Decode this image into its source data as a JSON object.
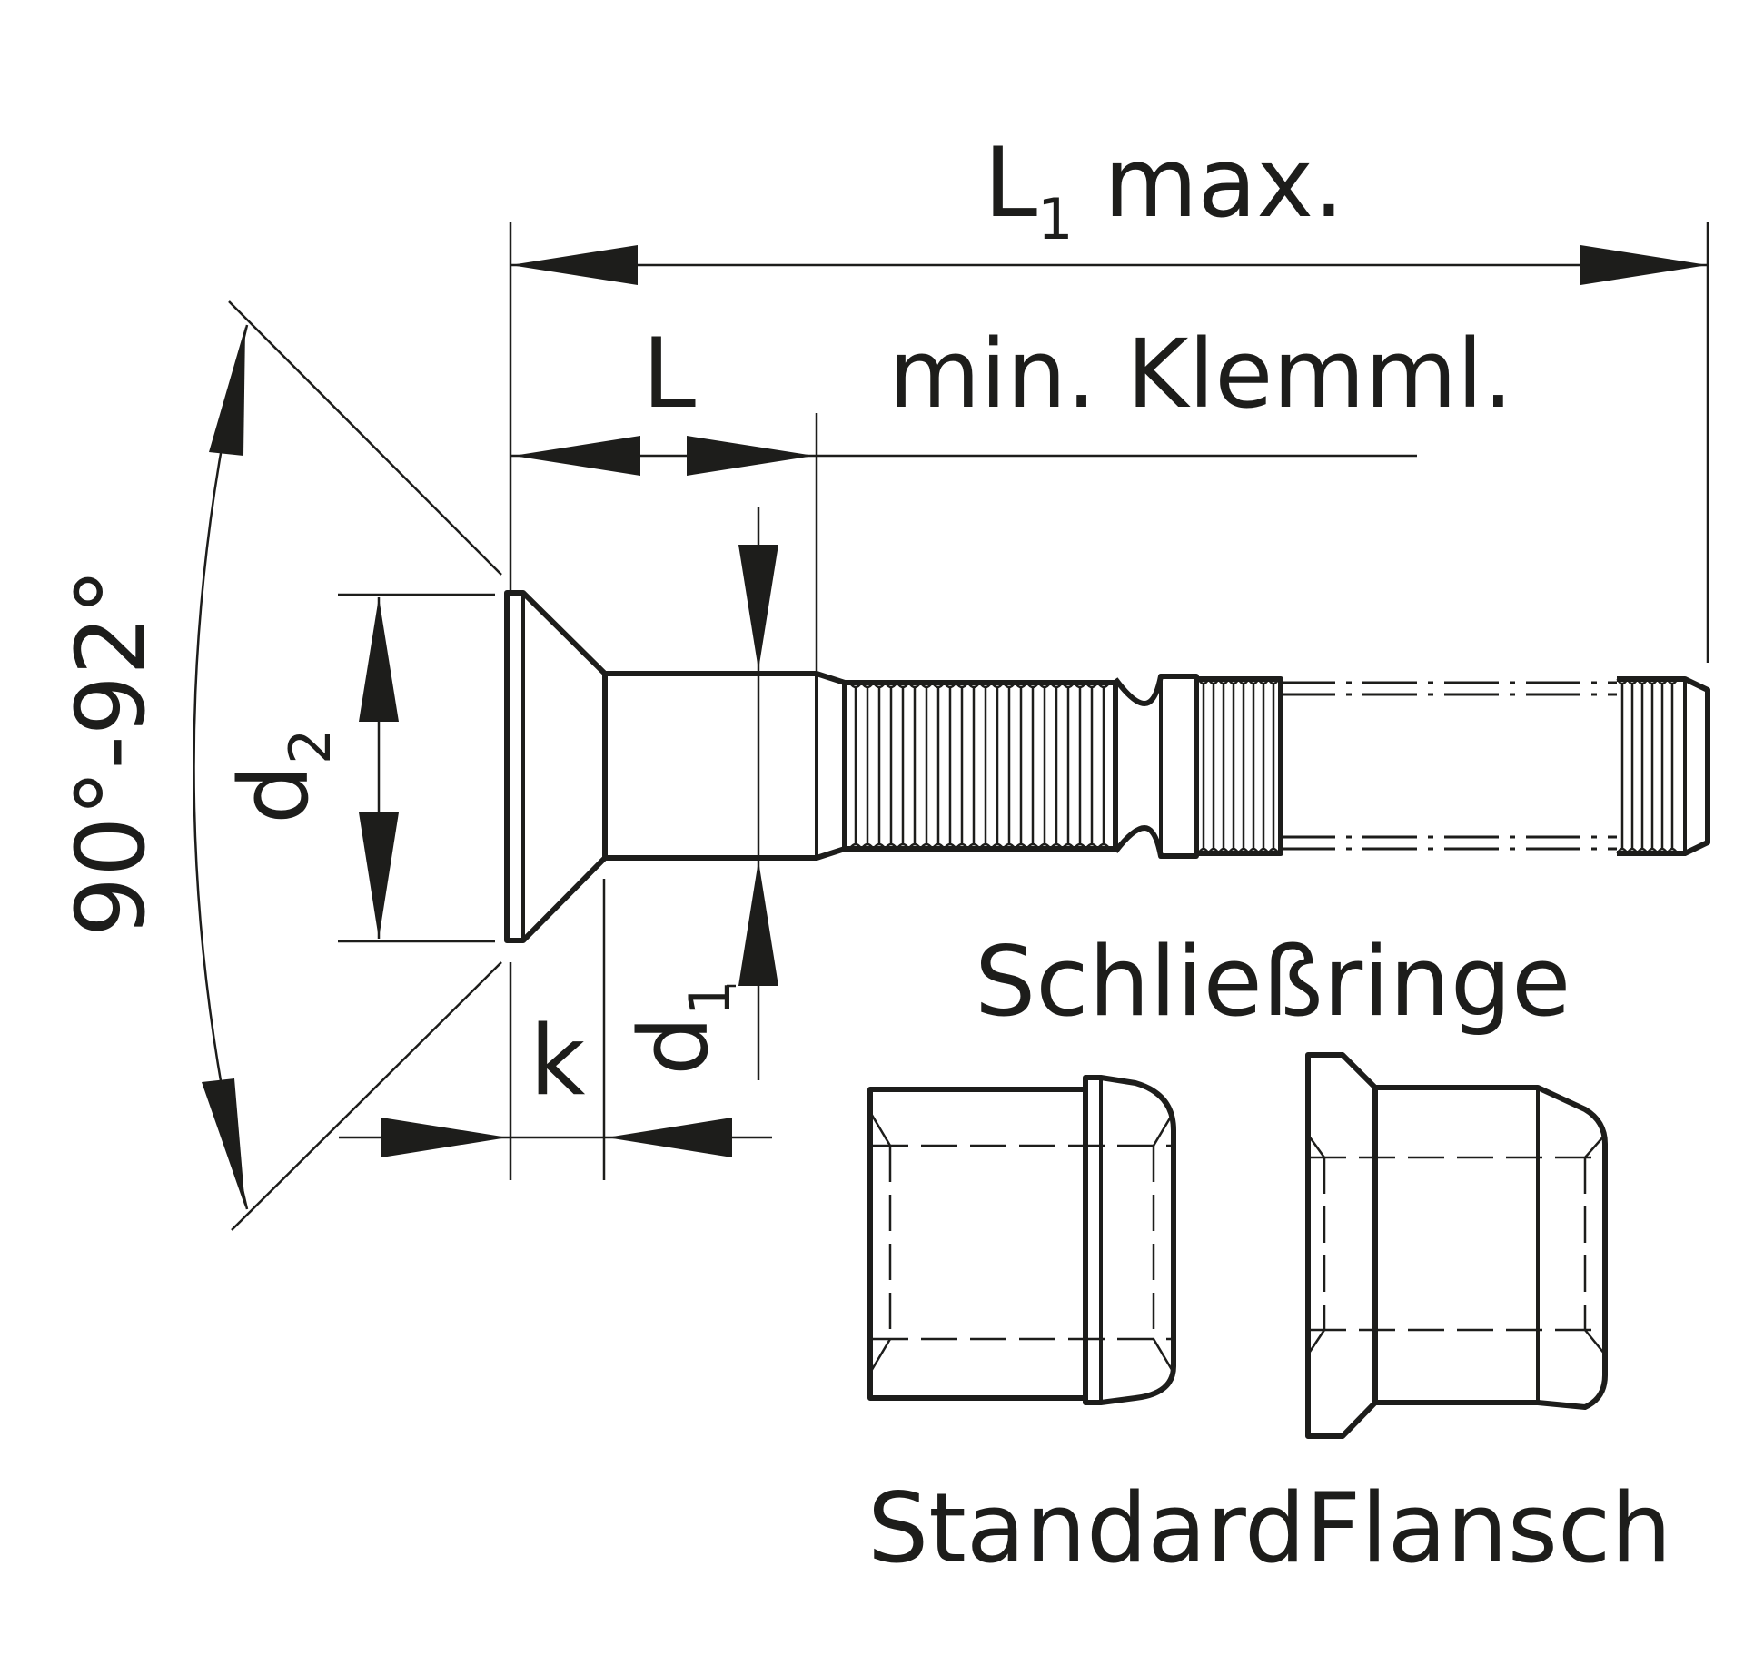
{
  "labels": {
    "l1_max": "L",
    "l1_sub": "1",
    "l1_suffix": " max.",
    "l": "L",
    "min_klemml": "min. Klemml.",
    "angle": "90°-92°",
    "d2": "d",
    "d2_sub": "2",
    "d1": "d",
    "d1_sub": "1",
    "k": "k",
    "schliessringe": "Schließringe",
    "standard_flansch": "StandardFlansch"
  },
  "colors": {
    "ink": "#1d1d1b",
    "background": "#ffffff"
  }
}
